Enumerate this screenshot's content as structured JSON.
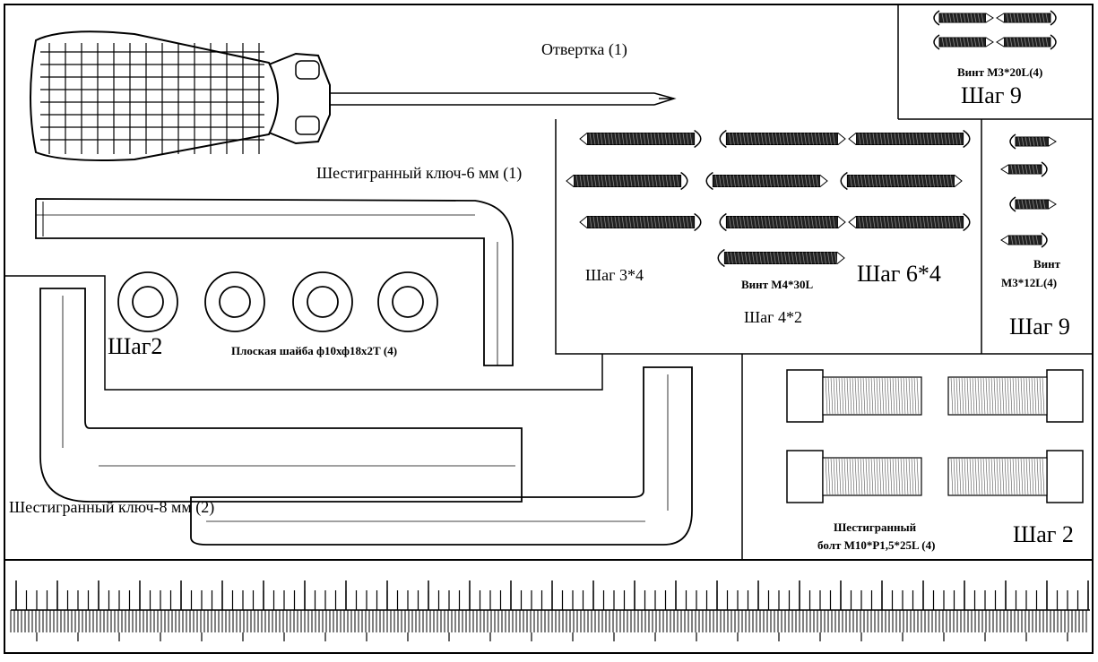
{
  "labels": {
    "screwdriver": "Отвертка (1)",
    "hex_key_6": "Шестигранный ключ-6 мм (1)",
    "hex_key_8": "Шестигранный ключ-8 мм (2)",
    "washer_step": "Шаг2",
    "washer": "Плоская шайба ф10хф18х2Т (4)",
    "screw_m3_20": "Винт M3*20L(4)",
    "step9_top": "Шаг 9",
    "step3_4": "Шаг 3*4",
    "screw_m4_30": "Винт M4*30L",
    "step6_4": "Шаг 6*4",
    "step4_2": "Шаг 4*2",
    "screw_m3_12_a": "Винт",
    "screw_m3_12_b": "M3*12L(4)",
    "step9_right": "Шаг 9",
    "bolt_a": "Шестигранный",
    "bolt_b": "болт M10*P1,5*25L (4)",
    "step2_bolt": "Шаг 2"
  },
  "colors": {
    "ink": "#000000",
    "paper": "#ffffff",
    "hatch": "#555555"
  }
}
